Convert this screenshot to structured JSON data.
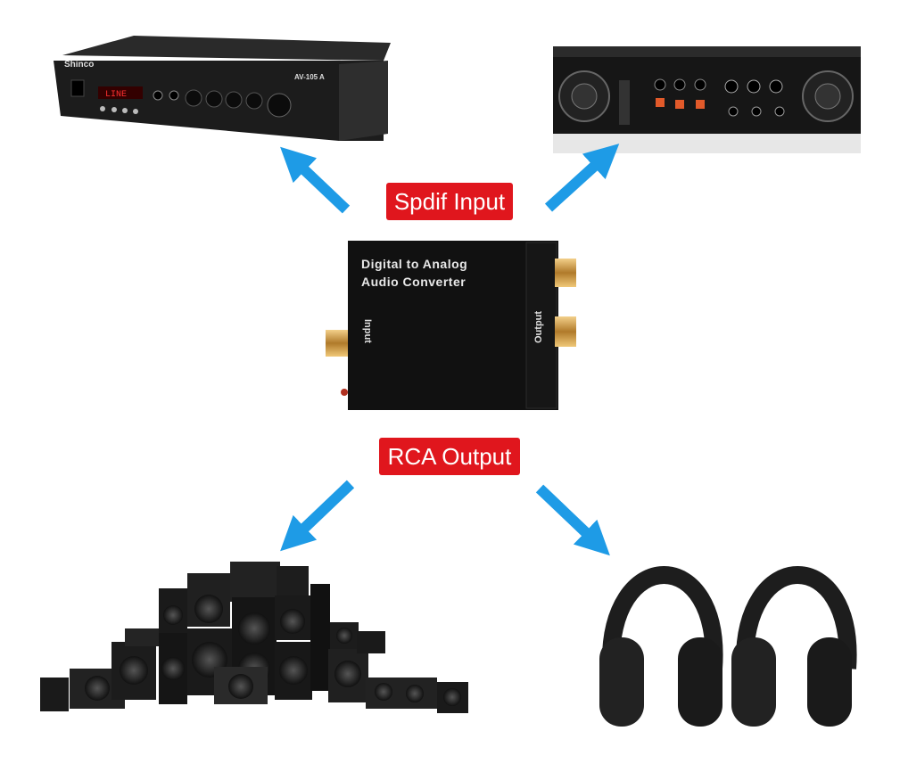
{
  "labels": {
    "input": "Spdif Input",
    "output": "RCA Output"
  },
  "converter": {
    "line1": "Digital to Analog",
    "line2": "Audio Converter",
    "input_port": "Input",
    "output_port": "Output"
  },
  "amplifier": {
    "brand": "Shinco",
    "model": "AV-105 A"
  },
  "colors": {
    "label_bg": "#e0161d",
    "arrow": "#1e9be6",
    "device": "#141414"
  },
  "icons": [
    "stereo-amplifier",
    "power-amplifier",
    "dac-converter",
    "speaker-stack",
    "headphones"
  ]
}
